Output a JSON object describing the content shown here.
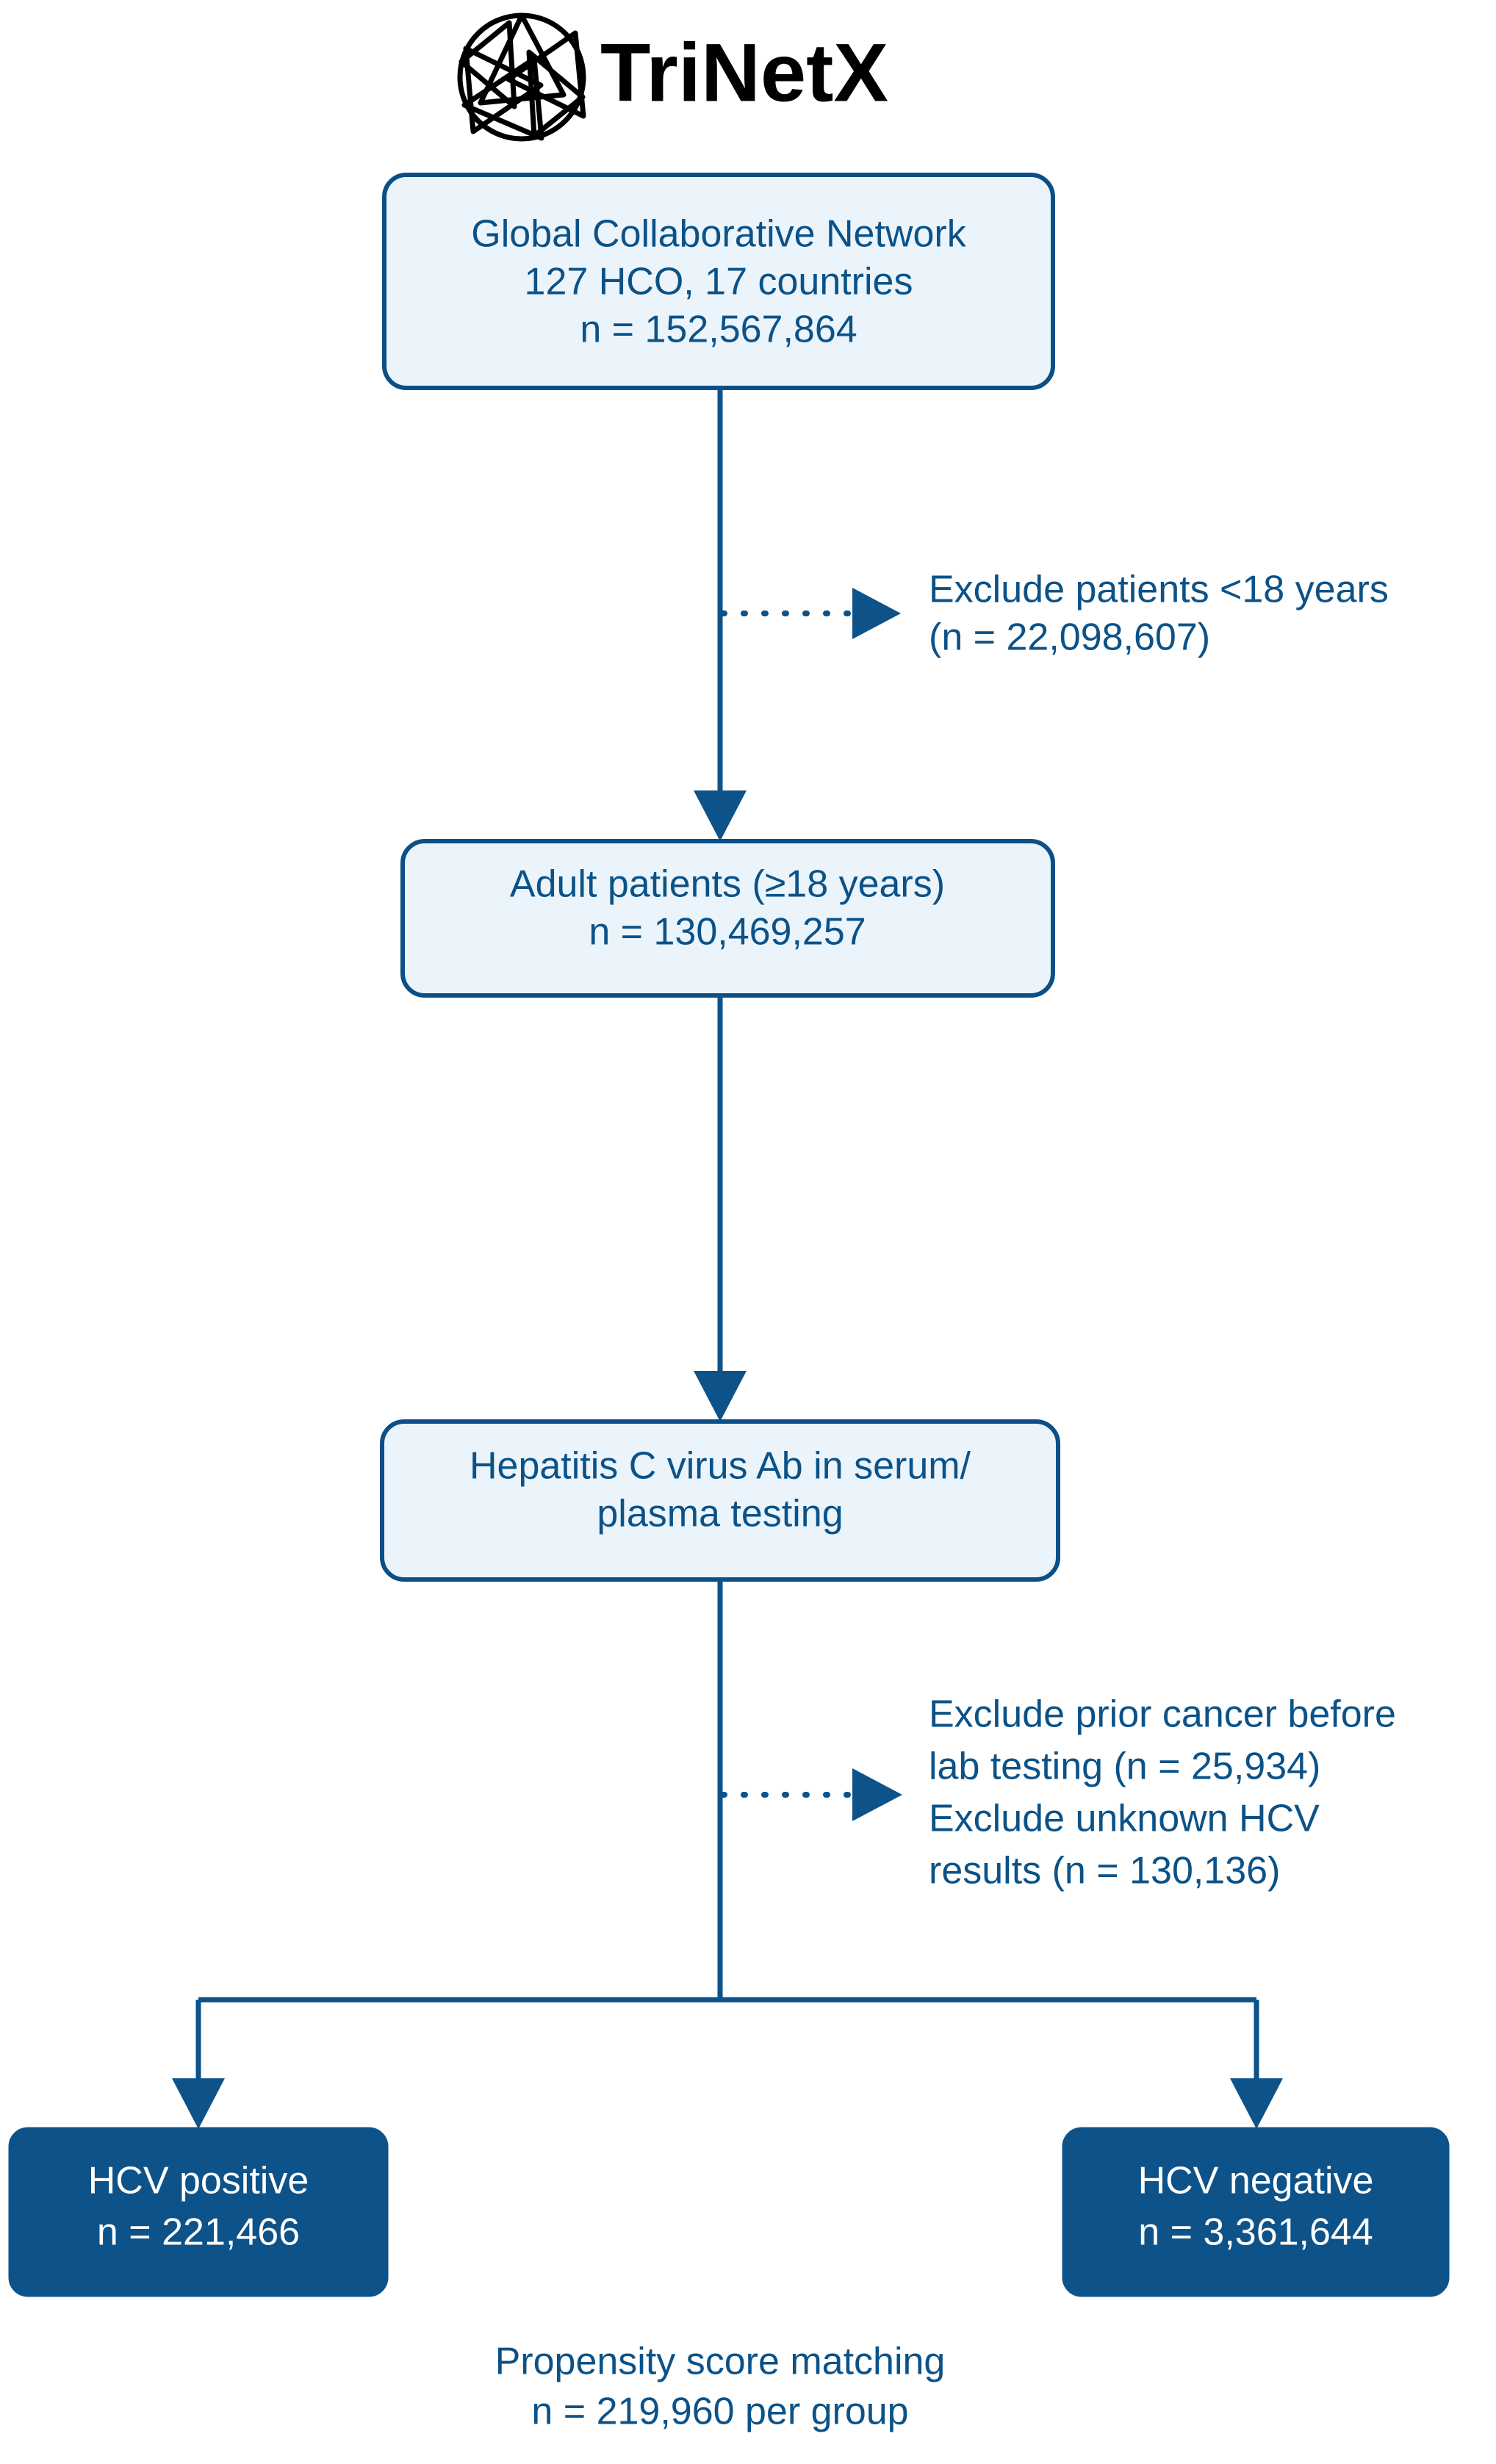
{
  "logo": {
    "icon": "aperture-iris-icon",
    "wordmark": "TriNetX"
  },
  "colors": {
    "line": "#0d5289",
    "light_box_fill": "#ebf4fa",
    "light_box_border": "#0b4f86",
    "dark_box_fill": "#0d5289",
    "light_text": "#0b5288",
    "dark_box_text": "#ffffff"
  },
  "chart_data": {
    "type": "diagram",
    "diagram_kind": "patient-selection-flowchart",
    "title": "TriNetX Global Collaborative Network patient selection flow",
    "nodes": [
      {
        "id": "source",
        "style": "light",
        "lines": [
          "Global Collaborative Network",
          "127 HCO, 17 countries",
          "n = 152,567,864"
        ],
        "n": 152567864
      },
      {
        "id": "adults",
        "style": "light",
        "lines": [
          "Adult patients (≥18 years)",
          "n = 130,469,257"
        ],
        "n": 130469257
      },
      {
        "id": "hcv-testing",
        "style": "light",
        "lines": [
          "Hepatitis C virus Ab in serum/",
          "plasma testing"
        ],
        "n": null
      },
      {
        "id": "hcv-positive",
        "style": "dark",
        "lines": [
          "HCV positive",
          "n = 221,466"
        ],
        "n": 221466
      },
      {
        "id": "hcv-negative",
        "style": "dark",
        "lines": [
          "HCV negative",
          "n = 3,361,644"
        ],
        "n": 3361644
      }
    ],
    "exclusions": [
      {
        "id": "exclusion-minors",
        "lines": [
          "Exclude patients <18 years",
          "(n = 22,098,607)"
        ],
        "n": 22098607
      },
      {
        "id": "exclusion-cancer-unknown",
        "lines": [
          "Exclude prior cancer before",
          "lab testing (n = 25,934)",
          "Exclude unknown HCV",
          "results (n = 130,136)"
        ],
        "n_prior_cancer": 25934,
        "n_unknown_hcv": 130136
      }
    ],
    "footer": {
      "id": "propensity-score-matching",
      "lines": [
        "Propensity score matching",
        "n = 219,960 per group"
      ],
      "n_per_group": 219960
    }
  }
}
